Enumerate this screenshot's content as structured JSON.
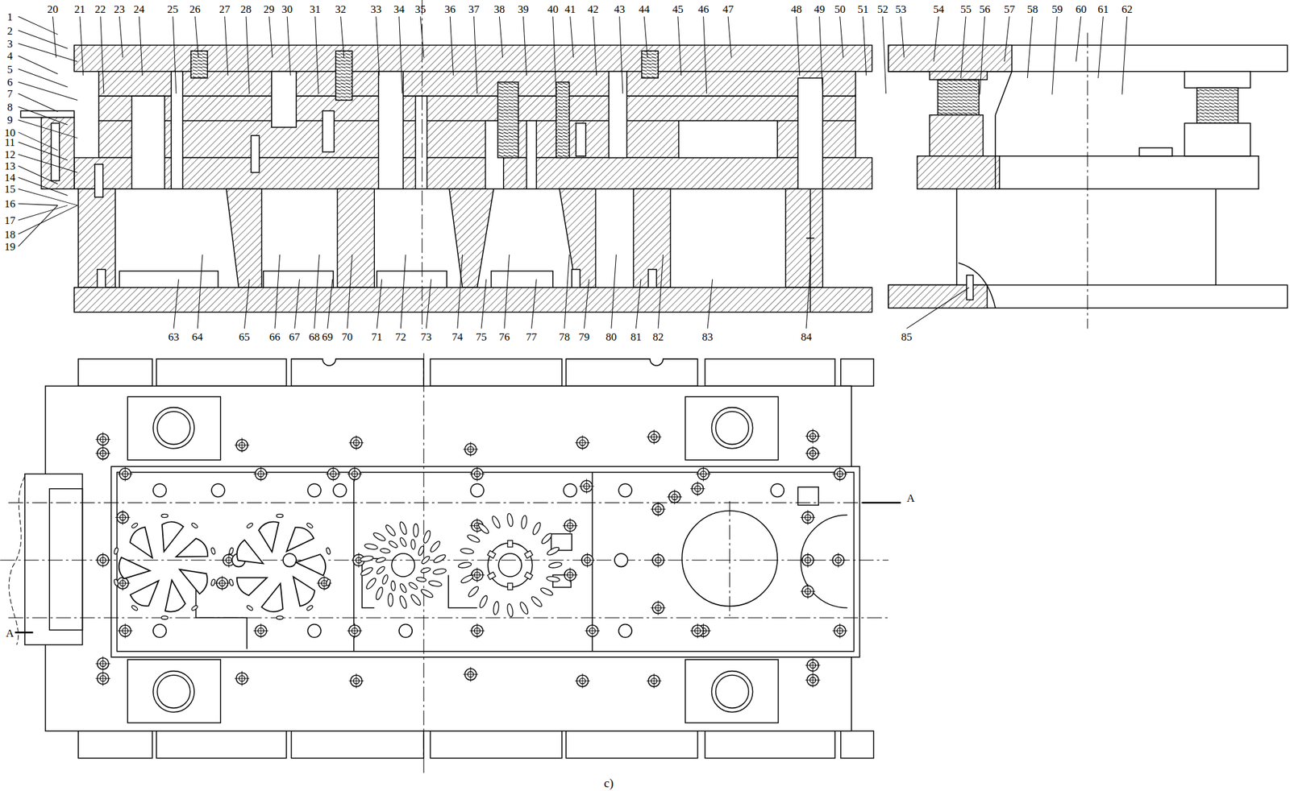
{
  "diagram": {
    "caption": "c)",
    "labels": [
      "1",
      "2",
      "3",
      "4",
      "5",
      "6",
      "7",
      "8",
      "9",
      "10",
      "11",
      "12",
      "13",
      "14",
      "15",
      "16",
      "17",
      "18",
      "19",
      "20",
      "21",
      "22",
      "23",
      "24",
      "25",
      "26",
      "27",
      "28",
      "29",
      "30",
      "31",
      "32",
      "33",
      "34",
      "35",
      "36",
      "37",
      "38",
      "39",
      "40",
      "41",
      "42",
      "43",
      "44",
      "45",
      "46",
      "47",
      "48",
      "49",
      "50",
      "51",
      "52",
      "53",
      "54",
      "55",
      "56",
      "57",
      "58",
      "59",
      "60",
      "61",
      "62",
      "63",
      "64",
      "65",
      "66",
      "67",
      "68",
      "69",
      "70",
      "71",
      "72",
      "73",
      "74",
      "75",
      "76",
      "77",
      "78",
      "79",
      "80",
      "81",
      "82",
      "83",
      "84",
      "85",
      "A",
      "A"
    ]
  }
}
